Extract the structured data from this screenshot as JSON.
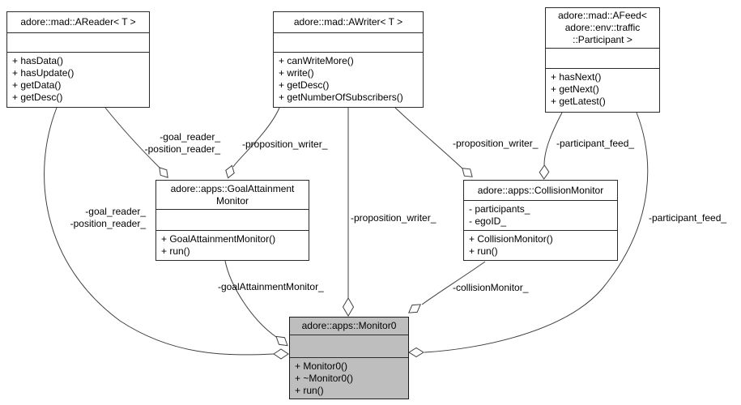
{
  "diagram_type": "uml-collaboration-graph",
  "colors": {
    "background": "#ffffff",
    "node_fill": "#ffffff",
    "highlight_node_fill": "#bebebe",
    "node_border": "#2b2b2b",
    "edge": "#404040",
    "text": "#000000"
  },
  "classes": {
    "areader": {
      "title": "adore::mad::AReader< T >",
      "attributes": [],
      "methods": [
        "+ hasData()",
        "+ hasUpdate()",
        "+ getData()",
        "+ getDesc()"
      ]
    },
    "awriter": {
      "title": "adore::mad::AWriter< T >",
      "attributes": [],
      "methods": [
        "+ canWriteMore()",
        "+ write()",
        "+ getDesc()",
        "+ getNumberOfSubscribers()"
      ]
    },
    "afeed": {
      "title": "adore::mad::AFeed<\nadore::env::traffic\n::Participant >",
      "attributes": [],
      "methods": [
        "+ hasNext()",
        "+ getNext()",
        "+ getLatest()"
      ]
    },
    "goal_attainment_monitor": {
      "title": "adore::apps::GoalAttainment\nMonitor",
      "attributes": [],
      "methods": [
        "+ GoalAttainmentMonitor()",
        "+ run()"
      ]
    },
    "collision_monitor": {
      "title": "adore::apps::CollisionMonitor",
      "attributes": [
        "- participants_",
        "- egoID_"
      ],
      "methods": [
        "+ CollisionMonitor()",
        "+ run()"
      ]
    },
    "monitor0": {
      "title": "adore::apps::Monitor0",
      "attributes": [],
      "methods": [
        "+ Monitor0()",
        "+ ~Monitor0()",
        "+ run()"
      ]
    }
  },
  "edge_labels": {
    "goal_position_reader_top": "-goal_reader_\n-position_reader_",
    "proposition_writer_goal": "-proposition_writer_",
    "goal_position_reader_left": "-goal_reader_\n-position_reader_",
    "proposition_writer_mid": "-proposition_writer_",
    "proposition_writer_collision": "-proposition_writer_",
    "participant_feed_top": "-participant_feed_",
    "participant_feed_right": "-participant_feed_",
    "goal_attainment_monitor_member": "-goalAttainmentMonitor_",
    "collision_monitor_member": "-collisionMonitor_"
  }
}
